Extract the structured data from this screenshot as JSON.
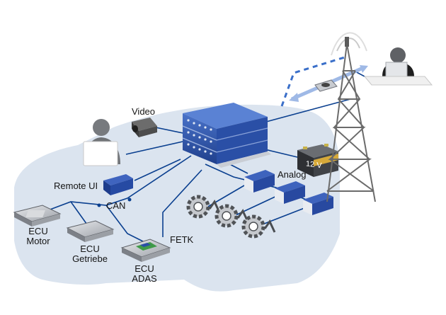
{
  "labels": {
    "video": "Video",
    "remote_ui": "Remote UI",
    "can": "CAN",
    "analog": "Analog",
    "fetk": "FETK",
    "battery": "12 V",
    "ecu_motor": [
      "ECU",
      "Motor"
    ],
    "ecu_getriebe": [
      "ECU",
      "Getriebe"
    ],
    "ecu_adas": [
      "ECU",
      "ADAS"
    ]
  },
  "colors": {
    "car_body": "#dbe4ef",
    "bus_line": "#0a3f8f",
    "module_blue": "#2a4fa6",
    "wifi_link": "#3a6fc9",
    "tower": "#6b6b6b",
    "ecu_gray": "#b9bcc1"
  },
  "icons": [
    "person-icon",
    "camera-icon",
    "remote-ui-box-icon",
    "ecu-box-icon",
    "gear-sensor-icon",
    "analog-module-icon",
    "battery-icon",
    "laptop-icon",
    "radio-tower-icon",
    "data-logger-icon"
  ]
}
